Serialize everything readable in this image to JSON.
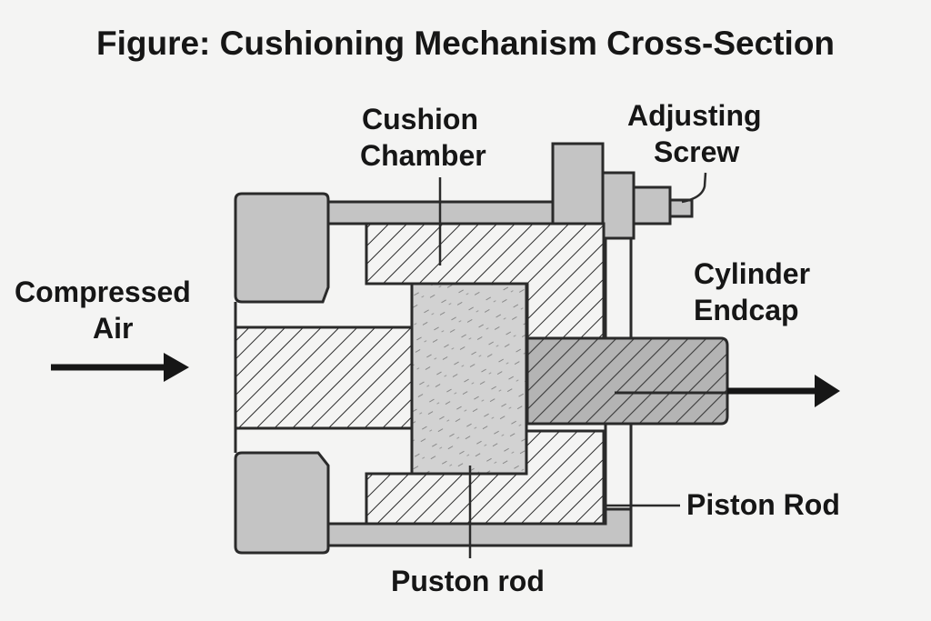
{
  "title": "Figure: Cushioning Mechanism Cross-Section",
  "labels": {
    "cushion_chamber": [
      "Cushion",
      "Chamber"
    ],
    "adjusting_screw": [
      "Adjusting",
      "Screw"
    ],
    "compressed_air": [
      "Compressed",
      "Air"
    ],
    "cylinder_endcap": [
      "Cylinder",
      "Endcap"
    ],
    "piston_rod_right": "Piston Rod",
    "piston_rod_bottom": "Puston rod"
  },
  "colors": {
    "background": "#f4f4f3",
    "outline": "#2a2a2a",
    "solid_gray": "#c4c4c4",
    "piston_fill": "#d2d2d2",
    "rod_fill": "#b4b4b4"
  }
}
